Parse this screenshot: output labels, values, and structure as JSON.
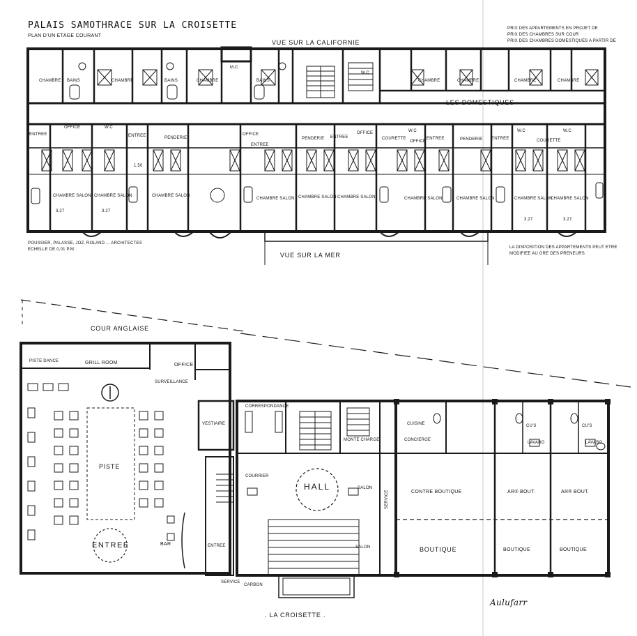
{
  "header": {
    "title": "PALAIS SAMOTHRACE sur LA CROISETTE",
    "subtitle": "PLAN D'UN ETAGE COURANT"
  },
  "upper_plan": {
    "view_top": "VUE SUR LA CALIFORNIE",
    "view_bottom": "VUE SUR LA MER",
    "corridor_service": "LES DOMESTIQUES",
    "price_notes": [
      "PRIX DES APPARTEMENTS EN PROJET DE",
      "PRIX DES CHAMBRES SUR COUR",
      "PRIX DES CHAMBRES DOMESTIQUES A PARTIR DE"
    ],
    "architects_notes": [
      "POUSSIER, PALASSE, JOZ. ROLAND ... ARCHITECTES",
      "ECHELLE DE 0,01 P.M."
    ],
    "disposition_notes": [
      "LA DISPOSITION DES APPARTEMENTS PEUT ETRE",
      "MODIFIEE AU GRE DES PRENEURS"
    ],
    "room_chambre": "CHAMBRE",
    "room_chambre_salon": "CHAMBRE SALON",
    "room_bains": "BAINS",
    "room_entree": "ENTREE",
    "room_office": "OFFICE",
    "room_penderie": "PENDERIE",
    "room_wc": "W.C",
    "room_courette": "COURETTE",
    "room_mc": "M.C",
    "dim_a": "3.27",
    "dim_b": "1.50"
  },
  "lower_plan": {
    "cour": "COUR ANGLAISE",
    "dance": "PISTE DANCE",
    "grill": "GRILL ROOM",
    "office": "OFFICE",
    "surveillance": "SURVEILLANCE",
    "piste": "PISTE",
    "entree_big": "ENTREE",
    "bar": "BAR",
    "vestiaire": "VESTIAIRE",
    "correspondance": "CORRESPONDANCE",
    "monte_charge": "MONTE CHARGE",
    "hall": "HALL",
    "courrier": "COURRIER",
    "entree_small": "ENTREE",
    "salon": "SALON",
    "service": "SERVICE",
    "concierge": "CONCIERGE",
    "cuisine": "CUISINE",
    "cus": "CU'S",
    "lavabo": "LAVABO",
    "contre_boutique": "CONTRE BOUTIQUE",
    "arr_bout_1": "AR® BOUT.",
    "arr_bout_2": "AR® BOUT.",
    "boutique_1": "BOUTIQUE",
    "boutique_2": "BOUTIQUE",
    "boutique_3": "BOUTIQUE",
    "service_bottom": "SERVICE",
    "carbon": "CARBON",
    "street": ". LA CROISETTE .",
    "signature": "Aulufarr"
  }
}
